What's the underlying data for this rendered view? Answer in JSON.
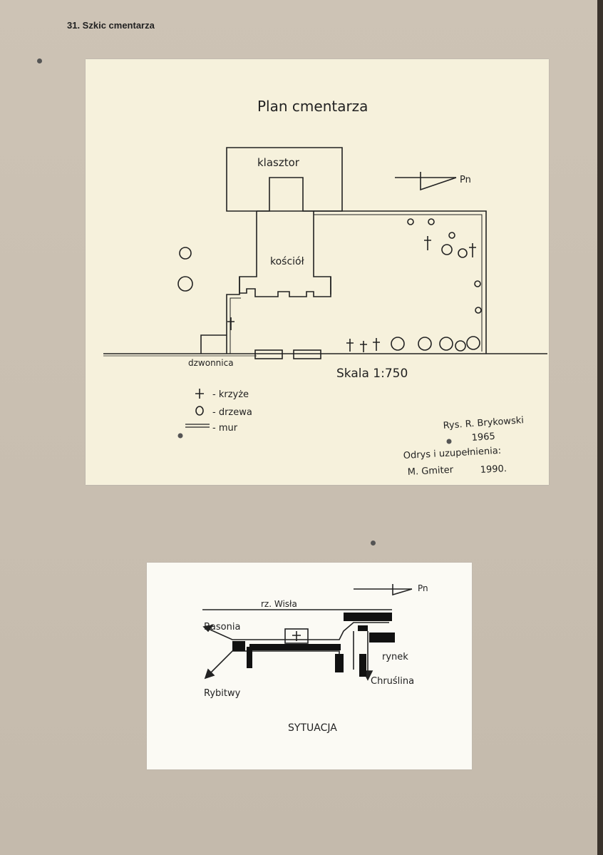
{
  "page": {
    "heading": "31. Szkic cmentarza"
  },
  "plan": {
    "title": "Plan cmentarza",
    "labels": {
      "monastery": "klasztor",
      "church": "kościół",
      "bell_tower": "dzwonnica",
      "north": "Pn"
    },
    "scale": "Skala 1:750",
    "legend": [
      {
        "symbol": "+",
        "text": "- krzyże"
      },
      {
        "symbol": "O",
        "text": "- drzewa"
      },
      {
        "symbol": "═",
        "text": "- mur"
      }
    ],
    "credits": {
      "drawn_by": "Rys. R. Brykowski",
      "year": "1965",
      "copy_note": "Odrys i uzupełnienia:",
      "copy_by": "M. Gmiter",
      "copy_year": "1990."
    }
  },
  "situation": {
    "title": "SYTUACJA",
    "labels": {
      "river": "rz. Wisła",
      "north": "Pn",
      "basonia": "Basonia",
      "rybitwy": "Rybitwy",
      "rynek": "rynek",
      "chrusliny": "Chruślina"
    }
  },
  "colors": {
    "board": "#cbc1b3",
    "plan_paper": "#f6f1dc",
    "situation_paper": "#fbfaf4",
    "ink": "#222222"
  }
}
